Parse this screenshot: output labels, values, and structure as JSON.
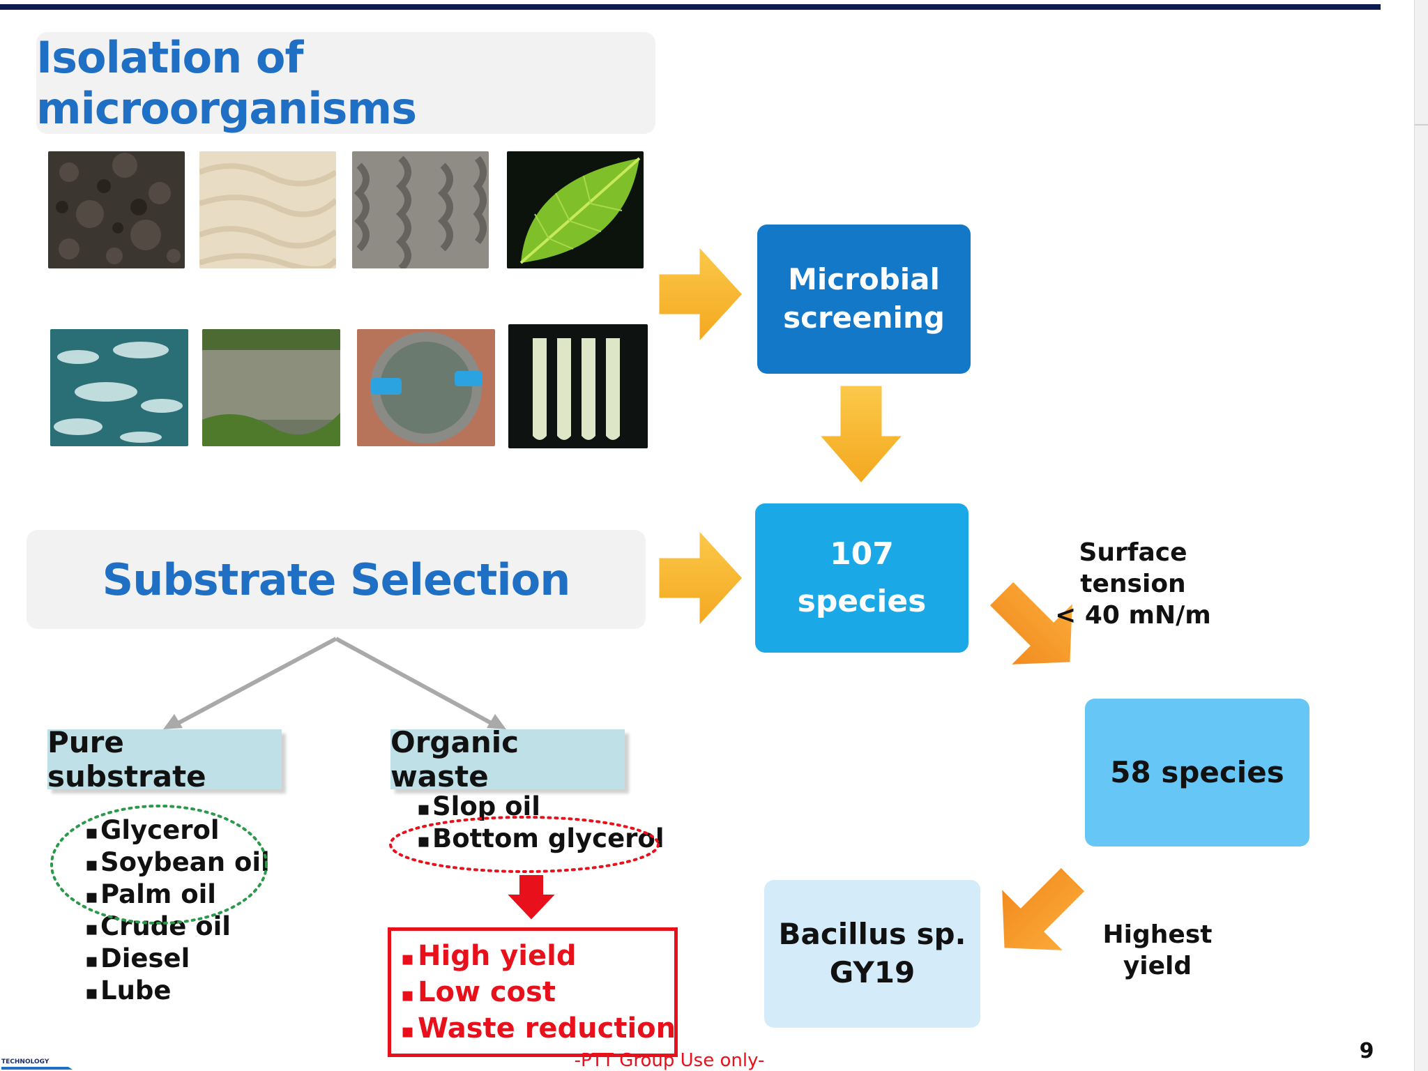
{
  "slide": {
    "title_isolation": "Isolation of microorganisms",
    "title_substrate": "Substrate Selection",
    "page_number": "9",
    "footer": "-PTT Group Use only-",
    "logo_text": "TECHNOLOGY"
  },
  "flow": {
    "microbial_screening": [
      "Microbial",
      "screening"
    ],
    "species_107": [
      "107",
      "species"
    ],
    "species_58": "58 species",
    "result": [
      "Bacillus sp.",
      "GY19"
    ],
    "surface_tension": [
      "Surface tension",
      "< 40 mN/m"
    ],
    "highest_yield": "Highest yield"
  },
  "substrates": {
    "pure": {
      "label": "Pure substrate",
      "items": [
        "Glycerol",
        "Soybean oil",
        "Palm oil",
        "Crude oil",
        "Diesel",
        "Lube"
      ]
    },
    "organic": {
      "label": "Organic waste",
      "items": [
        "Slop oil",
        "Bottom glycerol"
      ]
    },
    "benefits": [
      "High yield",
      "Low cost",
      "Waste reduction"
    ]
  },
  "photos": [
    "soil-photo",
    "sand-photo",
    "mud-photo",
    "leaf-photo",
    "sea-water-photo",
    "pond-photo",
    "wastewater-tank-photo",
    "culture-tubes-photo"
  ],
  "colors": {
    "title_blue": "#1f6fc4",
    "box_dark_blue": "#1478c8",
    "box_blue": "#1ba8e6",
    "box_light_blue": "#66c6f6",
    "box_pale_blue": "#d4ecfa",
    "arrow_yellow": "#f9b932",
    "arrow_orange": "#f7962a",
    "highlight_red": "#e8101a",
    "dotted_green": "#2a9a4a"
  }
}
